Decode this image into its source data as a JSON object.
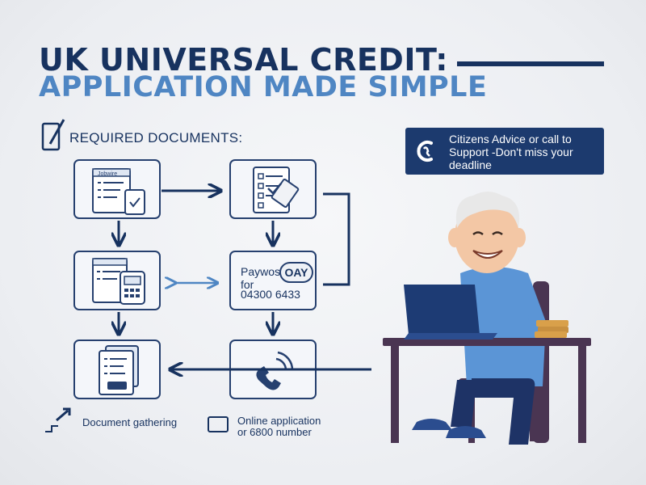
{
  "title": {
    "line1": "UK UNIVERSAL CREDIT:",
    "line2": "APPLICATION MADE SIMPLE"
  },
  "required_docs_label": "REQUIRED DOCUMENTS:",
  "advice_box": {
    "text": "Citizens Advice or call to Support -Don't miss your deadline",
    "icon": "phone-c-icon"
  },
  "flow": {
    "nodes": [
      {
        "id": "doc-form",
        "icon": "form-and-phone-icon",
        "tag": "Jobwire"
      },
      {
        "id": "doc-checklist",
        "icon": "checklist-icon"
      },
      {
        "id": "doc-id",
        "icon": "id-documents-icon"
      },
      {
        "id": "payment",
        "icon": "payment-bubble"
      },
      {
        "id": "doc-submit",
        "icon": "document-stack-icon"
      },
      {
        "id": "phone-call",
        "icon": "phone-call-icon"
      }
    ],
    "payment_text": "Paywosk\nfor",
    "payment_bubble": "OAY",
    "payment_phone": "04300 6433"
  },
  "legend": {
    "item1": "Document gathering",
    "item2": "Online application\nor 6800 number"
  },
  "colors": {
    "navy": "#17325f",
    "accent_blue": "#4f86c3",
    "advice_bg": "#1c3a6e",
    "line": "#26406f"
  }
}
